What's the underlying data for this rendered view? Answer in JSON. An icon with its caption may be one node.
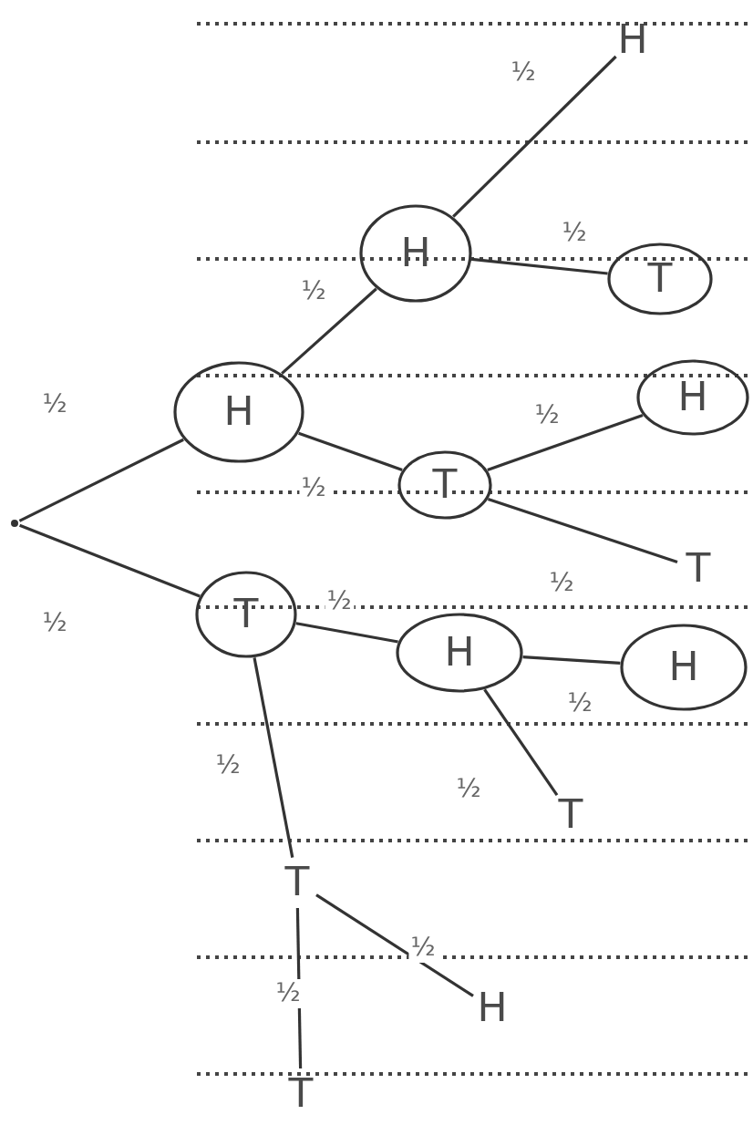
{
  "diagram": {
    "nodes": [
      {
        "text": [],
        "shape": "point"
      },
      {
        "text": [
          "H"
        ]
      },
      {
        "text": [
          "H"
        ]
      },
      {
        "text": [
          "H"
        ]
      },
      {
        "text": [
          "T"
        ]
      },
      {
        "text": [
          "T"
        ]
      },
      {
        "text": [
          "H"
        ]
      },
      {
        "text": [
          "T"
        ]
      },
      {
        "text": [
          "T"
        ]
      },
      {
        "text": [
          "H"
        ]
      },
      {
        "text": [
          "H"
        ]
      },
      {
        "text": [
          "T"
        ]
      },
      {
        "text": [
          "T"
        ]
      },
      {
        "text": [
          "H"
        ]
      },
      {
        "text": [
          "T"
        ]
      }
    ],
    "edges": [
      {
        "from": 0,
        "to": 1,
        "arrow": "none",
        "label": "½"
      },
      {
        "from": 0,
        "to": 8,
        "arrow": "none",
        "label": "½"
      },
      {
        "from": 1,
        "to": 2,
        "arrow": "none",
        "label": "½"
      },
      {
        "from": 2,
        "to": 3,
        "arrow": "none",
        "label": "½"
      },
      {
        "from": 2,
        "to": 4,
        "arrow": "none",
        "label": "½"
      },
      {
        "from": 1,
        "to": 5,
        "arrow": "none",
        "label": "½"
      },
      {
        "from": 5,
        "to": 6,
        "arrow": "none",
        "label": "½"
      },
      {
        "from": 5,
        "to": 7,
        "arrow": "none",
        "label": "½"
      },
      {
        "from": 8,
        "to": 9,
        "arrow": "none",
        "label": "½"
      },
      {
        "from": 9,
        "to": 10,
        "arrow": "none",
        "label": "½"
      },
      {
        "from": 9,
        "to": 11,
        "arrow": "none",
        "label": "½"
      },
      {
        "from": 8,
        "to": 12,
        "arrow": "none",
        "label": "½"
      },
      {
        "from": 12,
        "to": 13,
        "arrow": "none",
        "label": "½"
      },
      {
        "from": 12,
        "to": 14,
        "arrow": "none",
        "label": "½"
      }
    ]
  }
}
